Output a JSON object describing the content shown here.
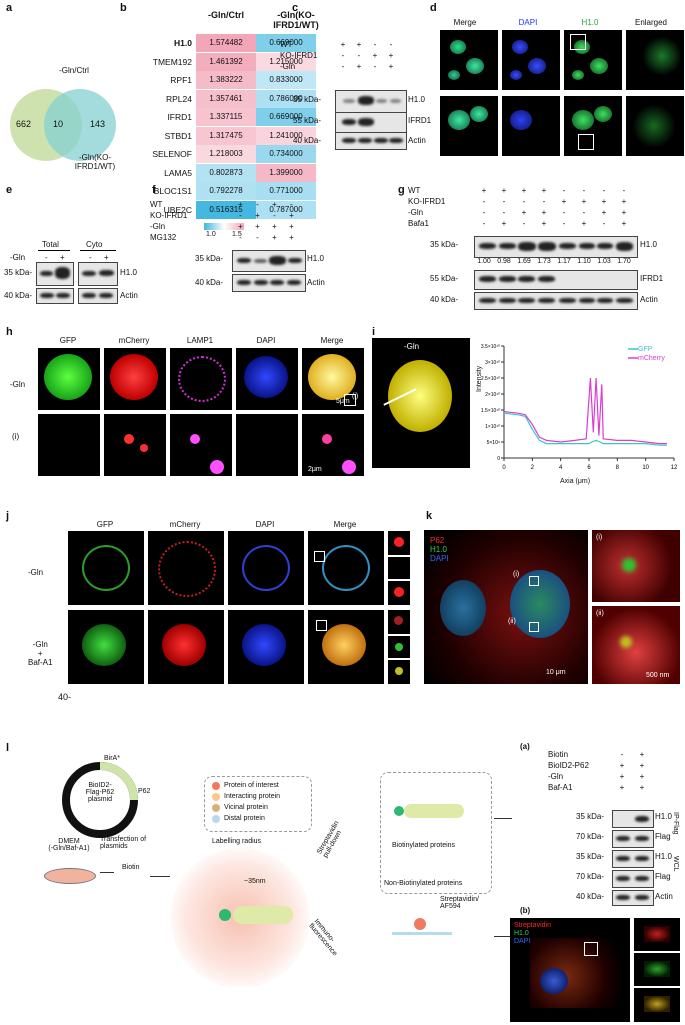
{
  "panels": {
    "a": "a",
    "b": "b",
    "c": "c",
    "d": "d",
    "e": "e",
    "f": "f",
    "g": "g",
    "h": "h",
    "i": "i",
    "j": "j",
    "k": "k",
    "l": "l"
  },
  "venn": {
    "set1": "-Gln/Ctrl",
    "set2": "-Gln(KO-\nIFRD1/WT)",
    "only1": "662",
    "both": "10",
    "only2": "143",
    "color1": "#c9dfa6",
    "color2": "#86d0d1"
  },
  "heatmap": {
    "col1": "-Gln/Ctrl",
    "col2": "-Gln(KO-\nIFRD1/WT)",
    "rows": [
      {
        "gene": "H1.0",
        "v1": "1.574482",
        "v2": "0.669000"
      },
      {
        "gene": "TMEM192",
        "v1": "1.461392",
        "v2": "1.215000"
      },
      {
        "gene": "RPF1",
        "v1": "1.383222",
        "v2": "0.833000"
      },
      {
        "gene": "RPL24",
        "v1": "1.357461",
        "v2": "0.786000"
      },
      {
        "gene": "IFRD1",
        "v1": "1.337115",
        "v2": "0.669000"
      },
      {
        "gene": "STBD1",
        "v1": "1.317475",
        "v2": "1.241000"
      },
      {
        "gene": "SELENOF",
        "v1": "1.218003",
        "v2": "0.734000"
      },
      {
        "gene": "LAMA5",
        "v1": "0.802873",
        "v2": "1.399000"
      },
      {
        "gene": "BLOC1S1",
        "v1": "0.792278",
        "v2": "0.771000"
      },
      {
        "gene": "UBE2C",
        "v1": "0.516315",
        "v2": "0.787000"
      }
    ],
    "scale_min": "1.0",
    "scale_max": "1.5",
    "color_low": "#3fb6e0",
    "color_high": "#f3a6b8"
  },
  "c": {
    "row_labels": [
      "WT",
      "KO-IFRD1",
      "-Gln"
    ],
    "signs": [
      [
        "+",
        "+",
        "-",
        "-"
      ],
      [
        "-",
        "-",
        "+",
        "+"
      ],
      [
        "-",
        "+",
        "-",
        "+"
      ]
    ],
    "markers": [
      "35 kDa-",
      "55 kDa-",
      "40 kDa-"
    ],
    "blots": [
      "H1.0",
      "IFRD1",
      "Actin"
    ]
  },
  "d": {
    "cols": [
      "Merge",
      "DAPI",
      "H1.0",
      "Enlarged"
    ],
    "dapi_color": "#2233ff",
    "h10_color": "#1faa3a"
  },
  "e": {
    "groups": [
      "Total",
      "Cyto"
    ],
    "row": "-Gln",
    "signs": [
      "-",
      "+",
      "-",
      "+"
    ],
    "markers": [
      "35 kDa-",
      "40 kDa-"
    ],
    "blots": [
      "H1.0",
      "Actin"
    ]
  },
  "f": {
    "row_labels": [
      "WT",
      "KO-IFRD1",
      "-Gln",
      "MG132"
    ],
    "signs": [
      [
        "+",
        "-",
        "+",
        "-"
      ],
      [
        "-",
        "+",
        "-",
        "+"
      ],
      [
        "+",
        "+",
        "+",
        "+"
      ],
      [
        "-",
        "-",
        "+",
        "+"
      ]
    ],
    "markers": [
      "35 kDa-",
      "40 kDa-"
    ],
    "blots": [
      "H1.0",
      "Actin"
    ]
  },
  "g": {
    "row_labels": [
      "WT",
      "KO-IFRD1",
      "-Gln",
      "Bafa1"
    ],
    "signs": [
      [
        "+",
        "+",
        "+",
        "+",
        "-",
        "-",
        "-",
        "-"
      ],
      [
        "-",
        "-",
        "-",
        "-",
        "+",
        "+",
        "+",
        "+"
      ],
      [
        "-",
        "-",
        "+",
        "+",
        "-",
        "-",
        "+",
        "+"
      ],
      [
        "-",
        "+",
        "-",
        "+",
        "-",
        "+",
        "-",
        "+"
      ]
    ],
    "quant": [
      "1.00",
      "0.98",
      "1.69",
      "1.73",
      "1.17",
      "1.10",
      "1.03",
      "1.70"
    ],
    "markers": [
      "35 kDa-",
      "55 kDa-",
      "40 kDa-"
    ],
    "blots": [
      "H1.0",
      "IFRD1",
      "Actin"
    ]
  },
  "h": {
    "cols": [
      "GFP",
      "mCherry",
      "LAMP1",
      "DAPI",
      "Merge"
    ],
    "row1": "-Gln",
    "row2": "(i)",
    "inset": "(i)",
    "scale1": "5μm",
    "scale2": "2μm"
  },
  "i": {
    "title": "-Gln",
    "ylabel": "Intensity",
    "xlabel": "Axia (μm)",
    "legend": [
      "GFP",
      "mCherry"
    ]
  },
  "chart_data": {
    "type": "line",
    "title": "",
    "xlabel": "Axia (μm)",
    "ylabel": "Intensity",
    "xlim": [
      0,
      12
    ],
    "ylim": [
      0,
      35000000000.0
    ],
    "xticks": [
      "0",
      "2",
      "4",
      "6",
      "8",
      "10",
      "12"
    ],
    "yticks": [
      "0",
      "5×10⁹",
      "1×10¹⁰",
      "1.5×10¹⁰",
      "2×10¹⁰",
      "2.5×10¹⁰",
      "3×10¹⁰",
      "3.5×10¹⁰"
    ],
    "legend_position": "top-right",
    "series": [
      {
        "name": "GFP",
        "color": "#3cc6c6",
        "x": [
          0,
          1,
          1.5,
          2,
          2.5,
          3,
          4,
          5,
          6,
          6.2,
          6.5,
          6.8,
          7,
          8,
          9,
          10,
          11,
          11.5
        ],
        "y": [
          14000000000.0,
          13500000000.0,
          13000000000.0,
          9000000000.0,
          5500000000.0,
          4500000000.0,
          4500000000.0,
          4500000000.0,
          4500000000.0,
          5000000000.0,
          5500000000.0,
          5000000000.0,
          4500000000.0,
          4500000000.0,
          4500000000.0,
          4500000000.0,
          4000000000.0,
          4000000000.0
        ]
      },
      {
        "name": "mCherry",
        "color": "#d83fd0",
        "x": [
          0,
          1,
          1.5,
          2,
          2.5,
          3,
          4,
          5,
          5.8,
          6.1,
          6.3,
          6.5,
          6.7,
          6.9,
          7,
          8,
          9,
          10,
          11,
          11.5
        ],
        "y": [
          14500000000.0,
          14000000000.0,
          13500000000.0,
          10500000000.0,
          6500000000.0,
          5500000000.0,
          5000000000.0,
          5500000000.0,
          6000000000.0,
          25000000000.0,
          8000000000.0,
          25000000000.0,
          7000000000.0,
          23000000000.0,
          6000000000.0,
          5500000000.0,
          5500000000.0,
          5000000000.0,
          4500000000.0,
          4500000000.0
        ]
      }
    ]
  },
  "j": {
    "cols": [
      "GFP",
      "mCherry",
      "DAPI",
      "Merge"
    ],
    "row1": "-Gln",
    "row2": "-Gln\n+\nBaf-A1",
    "footnote": "40-"
  },
  "k": {
    "labels": [
      "P62",
      "H1.0",
      "DAPI"
    ],
    "label_colors": [
      "#ff2a2a",
      "#2fd24a",
      "#2a6bff"
    ],
    "inset1": "(i)",
    "inset2": "(ii)",
    "scale1": "10 μm",
    "scale2": "500 nm"
  },
  "l": {
    "plasmid": "BioID2-\nFlag-P62\nplasmid",
    "birA": "BirA*",
    "p62": "P62",
    "dmem": "DMEM\n(-Gln/Baf-A1)",
    "transfection": "Transfection of\nplasmids",
    "biotin": "Biotin",
    "legend": [
      "Protein of interest",
      "Interacting protein",
      "Vicinal protein",
      "Distal protein"
    ],
    "legend_colors": [
      "#f07a60",
      "#f7c98a",
      "#d9b07a",
      "#b7d9ee"
    ],
    "radius": "Labelling radius",
    "nm": "~35nm",
    "pulldown": "Streptavidin\npull-down",
    "immuno": "Immuno-\nfluorescence",
    "biotinylated": "Biotinylated proteins",
    "nonbiotinylated": "Non-Biotinylated proteins",
    "streptavidin": "Streptavidin/\nAF594"
  },
  "la": {
    "label": "(a)",
    "row_labels": [
      "Biotin",
      "BioID2-P62",
      "-Gln",
      "Baf-A1"
    ],
    "signs": [
      [
        "-",
        "+"
      ],
      [
        "+",
        "+"
      ],
      [
        "+",
        "+"
      ],
      [
        "+",
        "+"
      ]
    ],
    "markers": [
      "35 kDa-",
      "70 kDa-",
      "35 kDa-",
      "70 kDa-",
      "40 kDa-"
    ],
    "blots": [
      "H1.0",
      "Flag",
      "H1.0",
      "Flag",
      "Actin"
    ],
    "groups": [
      "IP-Flag",
      "WCL"
    ]
  },
  "lb": {
    "label": "(b)",
    "labels": [
      "Streptavidin",
      "H1.0",
      "DAPI"
    ],
    "label_colors": [
      "#ff2a2a",
      "#2fd24a",
      "#2a6bff"
    ]
  }
}
